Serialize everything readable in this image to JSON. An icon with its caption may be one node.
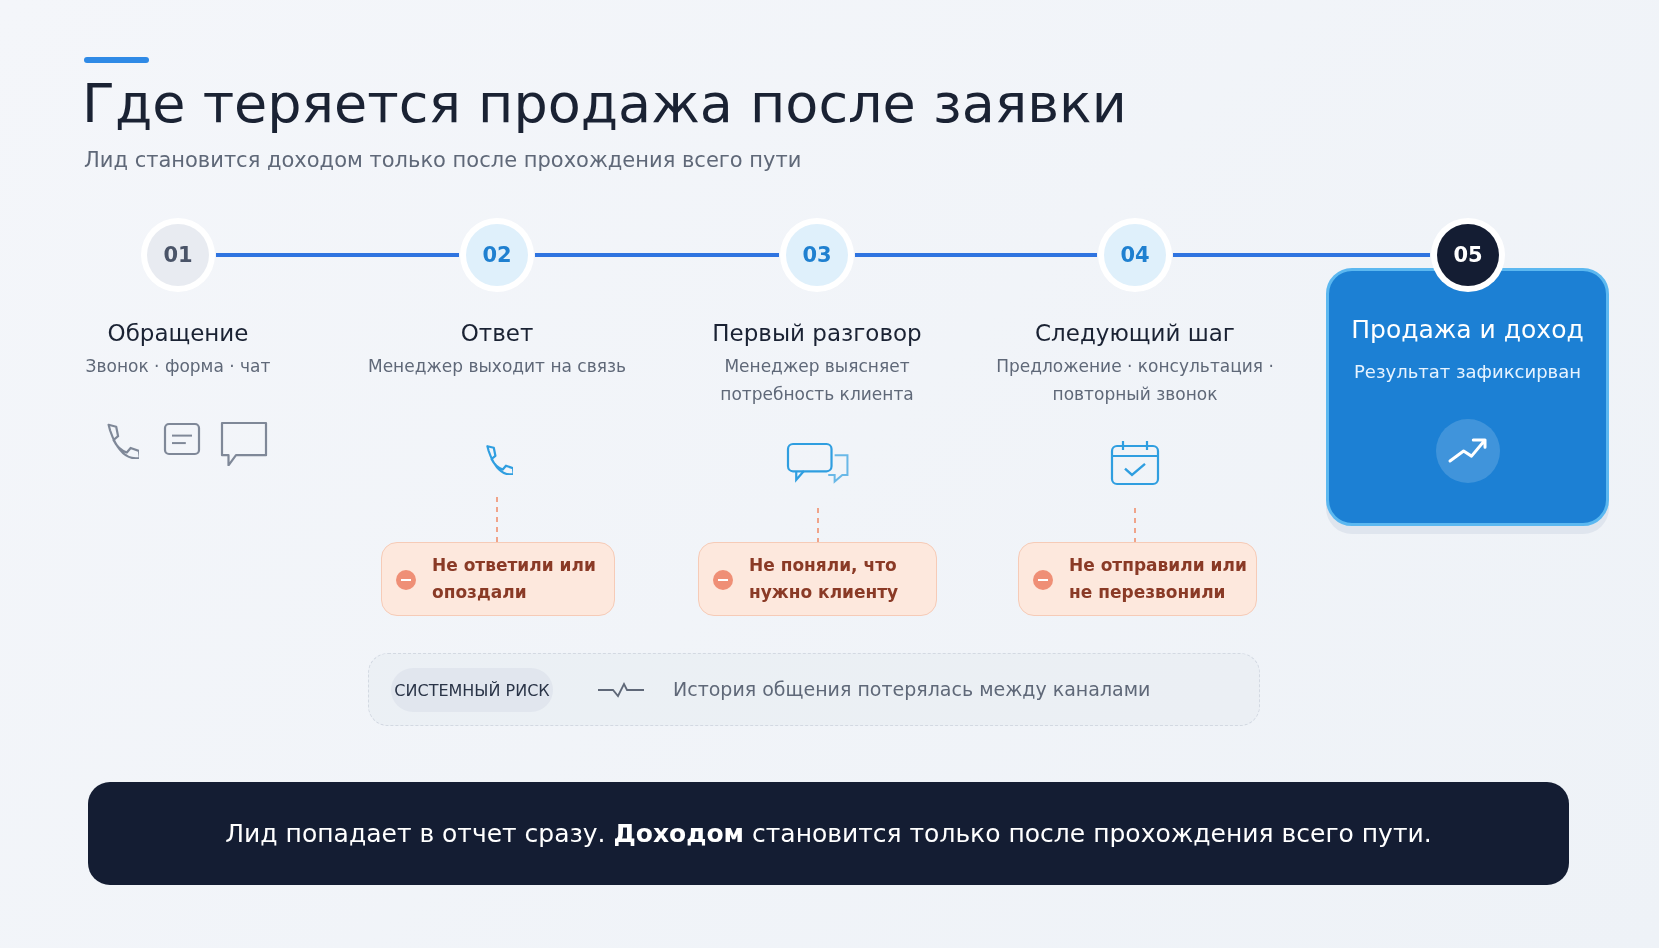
{
  "diagram": {
    "title": "Где теряется продажа после заявки",
    "nodes": [
      {
        "text": [
          "01"
        ],
        "beside": [
          "Обращение",
          "Звонок · форма · чат"
        ]
      },
      {
        "text": [
          "02"
        ],
        "beside": [
          "Ответ",
          "Менеджер выходит на связь"
        ]
      },
      {
        "text": [
          "03"
        ],
        "beside": [
          "Первый разговор",
          "Менеджер выясняет потребность клиента"
        ]
      },
      {
        "text": [
          "04"
        ],
        "beside": [
          "Следующий шаг",
          "Предложение · консультация · повторный звонок"
        ]
      },
      {
        "text": [
          "05"
        ]
      },
      {
        "text": [
          "Продажа и доход",
          "Результат зафиксирван"
        ]
      },
      {
        "text": [],
        "shape": "phone"
      },
      {
        "text": [],
        "shape": "chat"
      },
      {
        "text": [],
        "shape": "calendar"
      },
      {
        "text": [
          "Не ответили или опоздали"
        ]
      },
      {
        "text": [
          "Не поняли, что нужно клиенту"
        ]
      },
      {
        "text": [
          "Не отправили или не перезвонили"
        ]
      },
      {
        "text": [
          "История общения потерялась между каналами"
        ]
      },
      {
        "text": [
          "СИСТЕМНЫЙ РИСК"
        ],
        "in": 12
      },
      {
        "text": [
          "Лид попадает в отчет сразу. **Доходом** становится только после прохождения всего пути."
        ]
      }
    ],
    "edges": [
      {
        "from": 0,
        "to": 1,
        "arrow": "none"
      },
      {
        "from": 1,
        "to": 2,
        "arrow": "none"
      },
      {
        "from": 2,
        "to": 3,
        "arrow": "none"
      },
      {
        "from": 3,
        "to": 4,
        "arrow": "none"
      },
      {
        "from": 6,
        "to": 9,
        "arrow": "none",
        "style": "dashed",
        "color": "#f0a48a"
      },
      {
        "from": 7,
        "to": 10,
        "arrow": "none",
        "style": "dashed",
        "color": "#f0a48a"
      },
      {
        "from": 8,
        "to": 11,
        "arrow": "none",
        "style": "dashed",
        "color": "#f0a48a"
      }
    ],
    "labels": [
      "Лид становится доходом только после прохождения всего пути"
    ]
  }
}
